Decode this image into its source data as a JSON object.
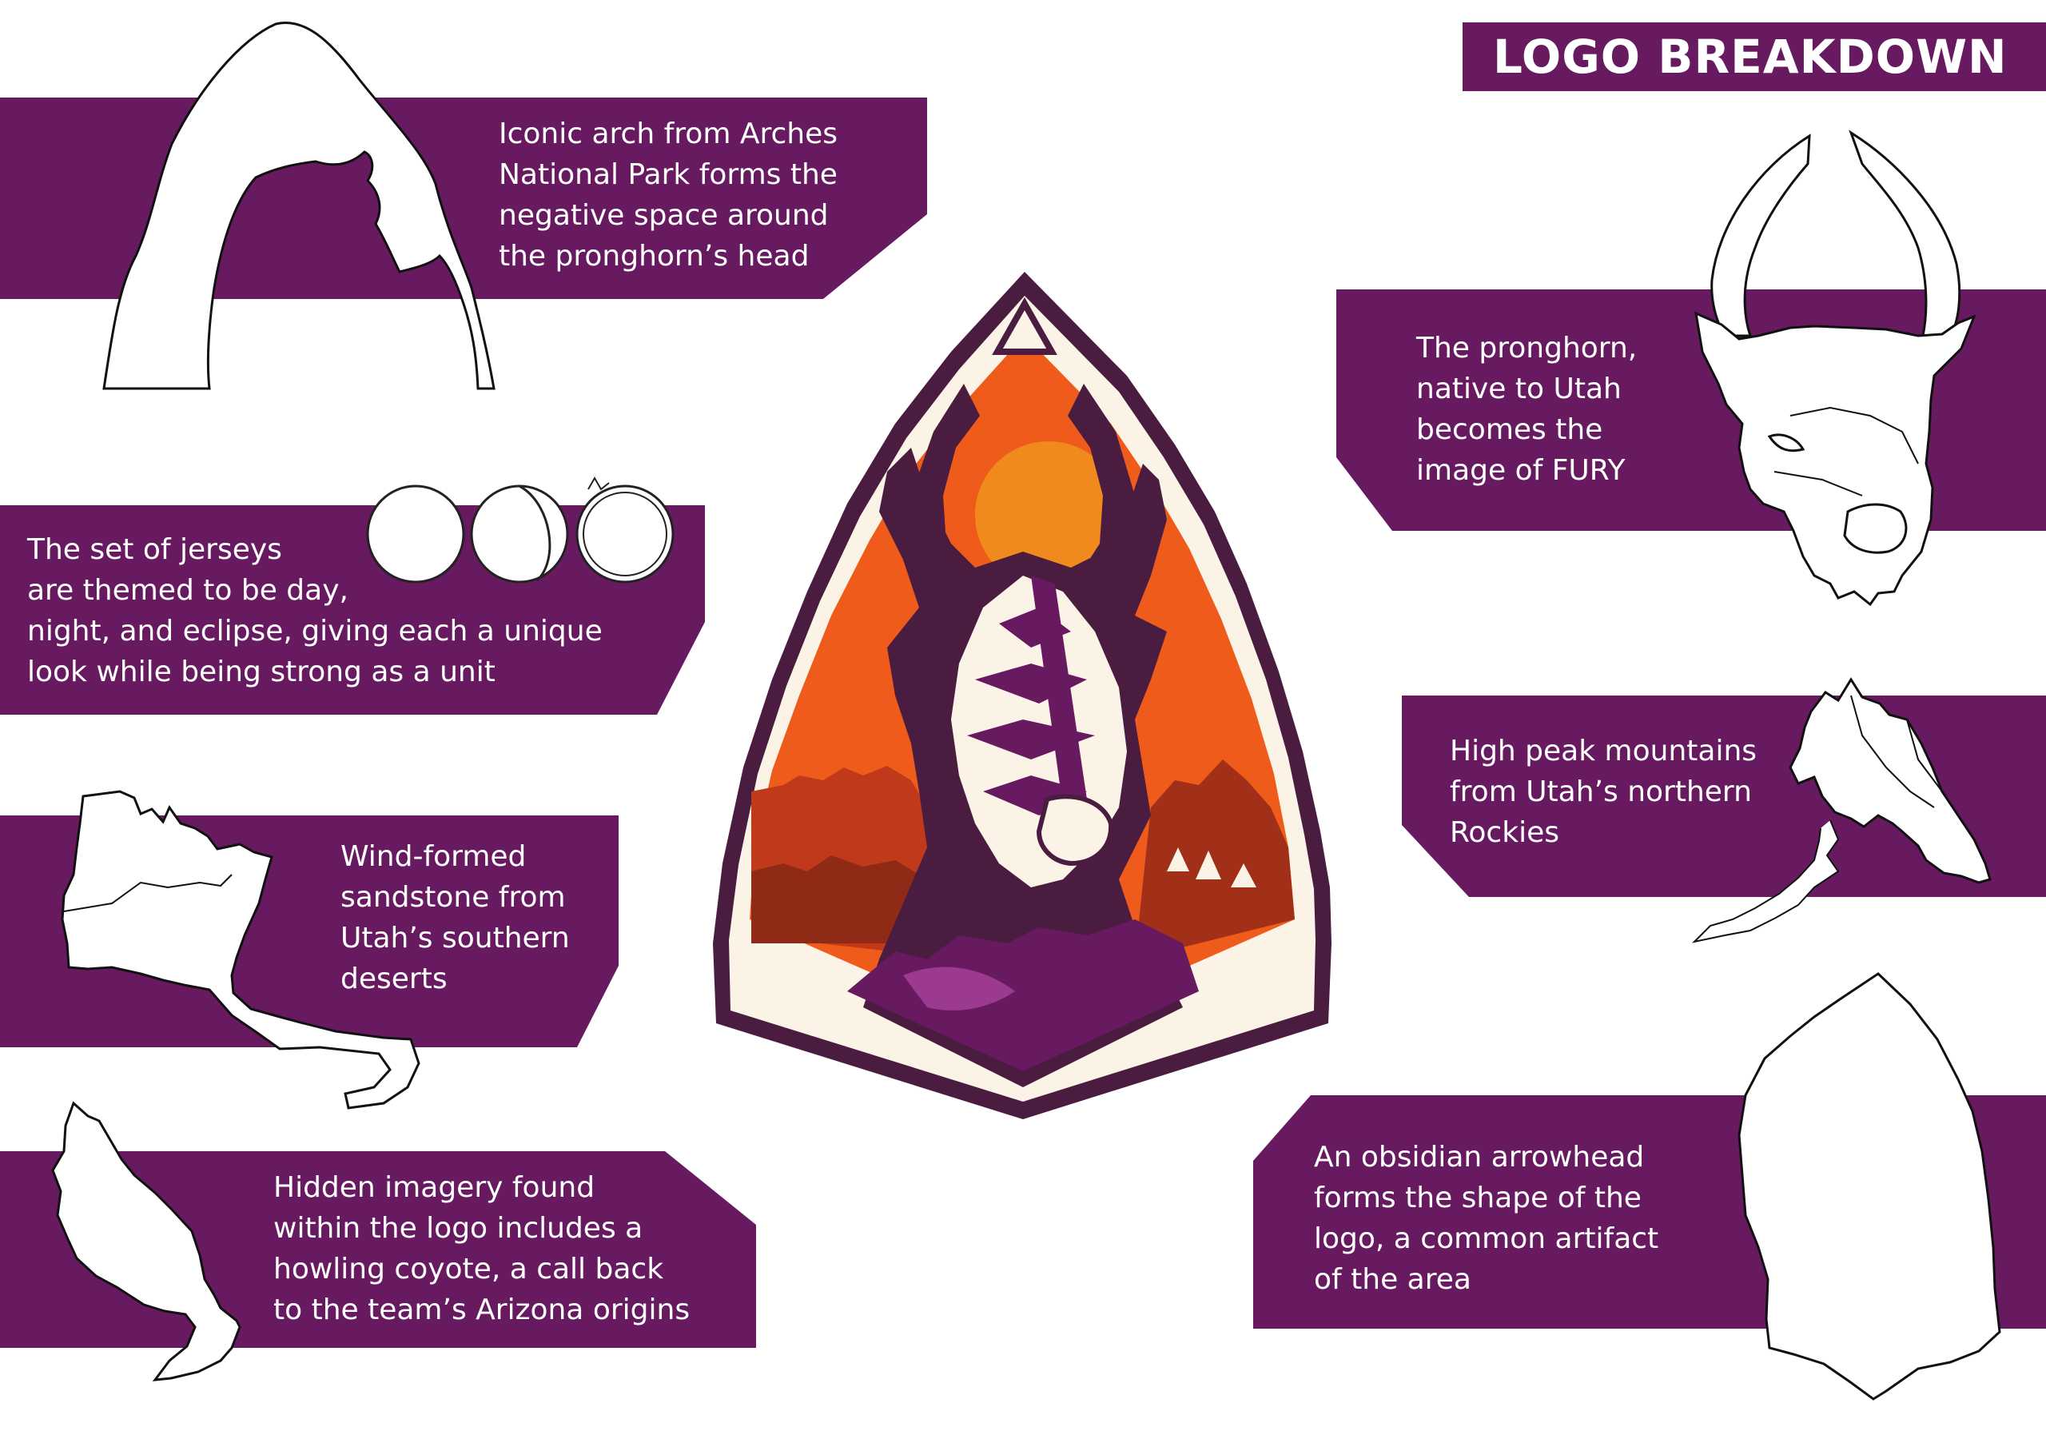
{
  "title": "LOGO BREAKDOWN",
  "colors": {
    "purple": "#681a61",
    "dark_purple": "#4a1c40",
    "orange": "#ef5b1a",
    "sun": "#f08a1c",
    "cream": "#fbf4e6",
    "rust": "#c0391a"
  },
  "icons": {
    "arch": "arch-outline-icon",
    "moons": "moon-phases-icon",
    "sandstone": "sandstone-outline-icon",
    "coyote": "howling-coyote-icon",
    "pronghorn": "pronghorn-head-icon",
    "mountains": "mountain-peak-icon",
    "arrowhead": "arrowhead-outline-icon",
    "logo": "fury-pronghorn-logo"
  },
  "captions": {
    "arch": [
      "Iconic arch from Arches",
      "National Park forms the",
      "negative space around",
      "the pronghorn’s head"
    ],
    "jerseys": [
      "The set of jerseys",
      "are themed to be day,",
      "night, and eclipse, giving each a unique",
      "look while being strong as a unit"
    ],
    "sandstone": [
      "Wind-formed",
      "sandstone from",
      "Utah’s southern",
      "deserts"
    ],
    "coyote": [
      "Hidden imagery found",
      "within the logo includes a",
      "howling coyote, a call back",
      "to the team’s Arizona origins"
    ],
    "pronghorn": [
      "The pronghorn,",
      "native to Utah",
      "becomes the",
      "image of FURY"
    ],
    "mountains": [
      "High peak mountains",
      "from Utah’s northern",
      "Rockies"
    ],
    "arrowhead": [
      "An obsidian arrowhead",
      "forms the shape of the",
      "logo, a common artifact",
      "of the area"
    ]
  }
}
